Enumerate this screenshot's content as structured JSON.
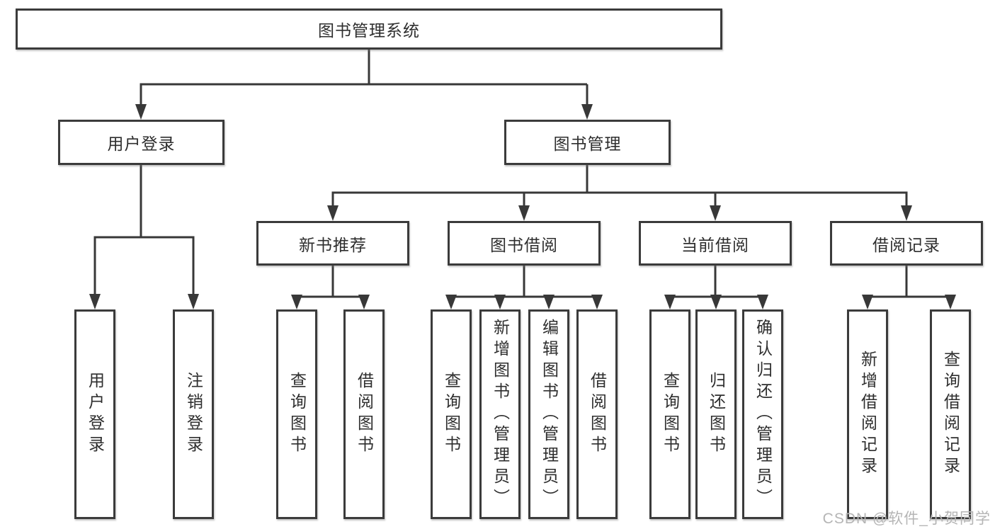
{
  "diagram": {
    "type": "hierarchy-diagram",
    "watermark": "CSDN @软件_小贺同学",
    "colors": {
      "background": "#ffffff",
      "line": "#383838",
      "box_border": "#3b3b3b",
      "text": "#2e2e2e",
      "watermark": "#b5b5b5"
    },
    "tree": {
      "label": "图书管理系统",
      "children": [
        {
          "label": "用户登录",
          "children": [
            {
              "label": "用户登录"
            },
            {
              "label": "注销登录"
            }
          ]
        },
        {
          "label": "图书管理",
          "children": [
            {
              "label": "新书推荐",
              "children": [
                {
                  "label": "查询图书"
                },
                {
                  "label": "借阅图书"
                }
              ]
            },
            {
              "label": "图书借阅",
              "children": [
                {
                  "label": "查询图书"
                },
                {
                  "label": "新增图书（管理员）"
                },
                {
                  "label": "编辑图书（管理员）"
                },
                {
                  "label": "借阅图书"
                }
              ]
            },
            {
              "label": "当前借阅",
              "children": [
                {
                  "label": "查询图书"
                },
                {
                  "label": "归还图书"
                },
                {
                  "label": "确认归还（管理员）"
                }
              ]
            },
            {
              "label": "借阅记录",
              "children": [
                {
                  "label": "新增借阅记录"
                },
                {
                  "label": "查询借阅记录"
                }
              ]
            }
          ]
        }
      ]
    }
  }
}
